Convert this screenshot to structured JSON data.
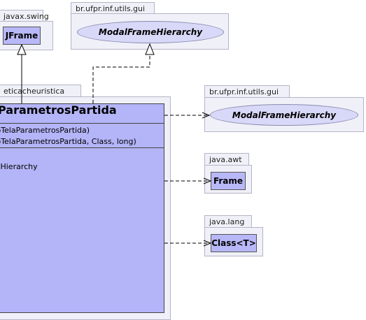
{
  "packages": {
    "swing": {
      "name": "javax.swing",
      "class": "JFrame"
    },
    "gui_top": {
      "name": "br.ufpr.inf.utils.gui",
      "interface": "ModalFrameHierarchy"
    },
    "main": {
      "name": "eticacheuristica"
    },
    "gui_right": {
      "name": "br.ufpr.inf.utils.gui",
      "interface": "ModalFrameHierarchy"
    },
    "awt": {
      "name": "java.awt",
      "class": "Frame"
    },
    "lang": {
      "name": "java.lang",
      "class": "Class<T>"
    }
  },
  "main_class": {
    "title": "ParametrosPartida",
    "constructors": [
      "ssoTelaParametrosPartida)",
      "ssoTelaParametrosPartida, Class, long)"
    ],
    "methods": [
      "meHierarchy"
    ]
  },
  "colors": {
    "class_fill": "#b4b4f8",
    "package_fill": "#f0f0f8",
    "interface_fill": "#d8d8f8"
  }
}
